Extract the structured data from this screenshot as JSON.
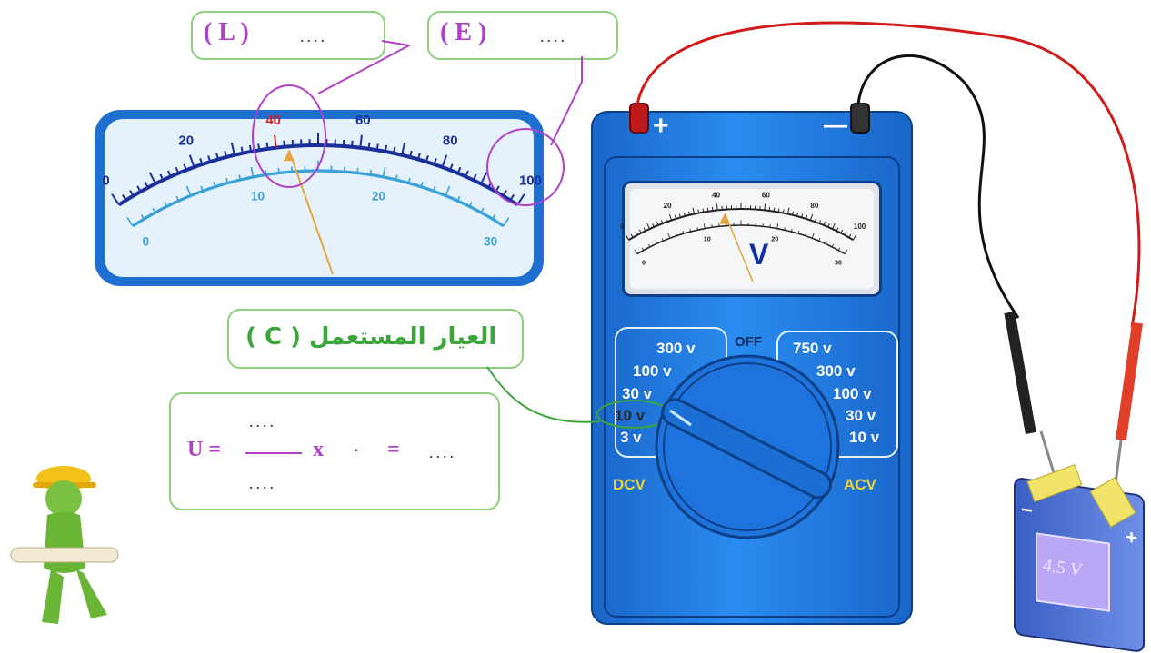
{
  "callouts": {
    "L": {
      "letter": "( L )",
      "dots": "...."
    },
    "E": {
      "letter": "( E )",
      "dots": "...."
    },
    "C": {
      "text": "العيار المستعمل ( C )"
    }
  },
  "big_meter": {
    "top_scale": [
      "0",
      "20",
      "40",
      "60",
      "80",
      "100"
    ],
    "bottom_scale": [
      "0",
      "10",
      "20",
      "30"
    ],
    "needle_value_top": 43
  },
  "formula": {
    "lhs": "U =",
    "numerator": "....",
    "denominator": "....",
    "times": "x",
    "dot": "·",
    "equals": "=",
    "result": "...."
  },
  "multimeter": {
    "plus": "+",
    "minus": "—",
    "small_top_scale": [
      "0",
      "20",
      "40",
      "60",
      "80",
      "100"
    ],
    "small_bottom_scale": [
      "0",
      "10",
      "20",
      "30"
    ],
    "unit": "V",
    "dcv_ranges": [
      "300 v",
      "100 v",
      "30 v",
      "10 v",
      "3 v"
    ],
    "acv_ranges": [
      "750 v",
      "300 v",
      "100 v",
      "30 v",
      "10 v"
    ],
    "off": "OFF",
    "dcv_label": "DCV",
    "acv_label": "ACV",
    "selected_range": "10 v"
  },
  "battery": {
    "label": "4.5 V",
    "plus": "+",
    "minus": "−"
  },
  "colors": {
    "meter_blue": "#1e6fd0",
    "callout_purple": "#b040c8",
    "callout_green": "#8fce7c",
    "needle": "#e7a43a"
  }
}
